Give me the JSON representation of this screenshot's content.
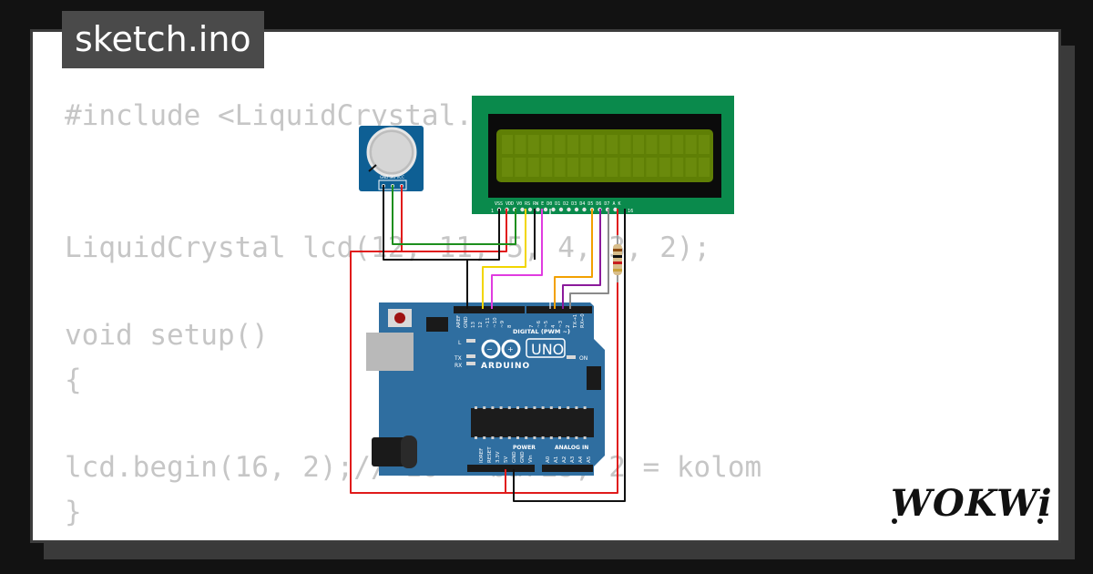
{
  "tab": {
    "filename": "sketch.ino"
  },
  "code": {
    "lines": [
      "#include <LiquidCrystal.h>",
      "",
      "",
      "LiquidCrystal lcd(12, 11, 5, 4, 3, 2);",
      "",
      "void setup()",
      "{",
      "",
      "lcd.begin(16, 2);// 16 = baris, 2 = kolom",
      "}"
    ]
  },
  "circuit": {
    "lcd": {
      "pin_labels": "VSS VDD V0 RS RW E D0 D1 D2 D3 D4 D5 D6 D7 A K",
      "pin_first": "1",
      "pin_last": "16"
    },
    "potentiometer": {
      "pin_labels": "GND SIG VCC"
    },
    "arduino": {
      "brand": "ARDUINO",
      "model": "UNO",
      "digital_label": "DIGITAL (PWM ~)",
      "analog_label": "ANALOG IN",
      "power_label": "POWER",
      "led_l": "L",
      "led_tx": "TX",
      "led_rx": "RX",
      "led_on": "ON",
      "top_pins": [
        "AREF",
        "GND",
        "13",
        "12",
        "~11",
        "~10",
        "~9",
        "8",
        "7",
        "~6",
        "~5",
        "4",
        "~3",
        "2",
        "TX→1",
        "RX←0"
      ],
      "power_pins": [
        "IOREF",
        "RESET",
        "3.3V",
        "5V",
        "GND",
        "GND",
        "Vin"
      ],
      "analog_pins": [
        "A0",
        "A1",
        "A2",
        "A3",
        "A4",
        "A5"
      ]
    },
    "colors": {
      "board": "#2f6ea0",
      "lcd_pcb": "#0a8a4c",
      "lcd_screen": "#5f7f05",
      "pot_pcb": "#0e5f94",
      "wire_red": "#e01b1b",
      "wire_black": "#111111",
      "wire_green": "#1d8f1d",
      "wire_yellow": "#f2d600",
      "wire_magenta": "#e03ce0",
      "wire_orange": "#f2a100",
      "wire_purple": "#8b1a9b",
      "wire_gray": "#8a8a8a"
    }
  },
  "brand": {
    "logo_text": "WOKWi"
  }
}
